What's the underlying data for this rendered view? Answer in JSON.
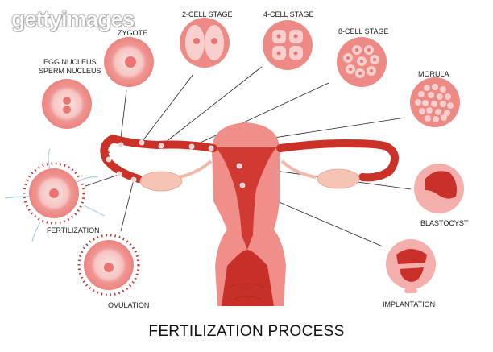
{
  "watermark": "gettyimages",
  "title": "FERTILIZATION PROCESS",
  "labels": {
    "egg_sperm_line1": "EGG NUCLEUS",
    "egg_sperm_line2": "SPERM NUCLEUS",
    "zygote": "ZYGOTE",
    "two_cell": "2-CELL STAGE",
    "four_cell": "4-CELL STAGE",
    "eight_cell": "8-CELL STAGE",
    "morula": "MORULA",
    "blastocyst": "BLASTOCYST",
    "implantation": "IMPLANTATION",
    "fertilization": "FERTILIZATION",
    "ovulation": "OVULATION"
  },
  "colors": {
    "cell_outer": "#ee8a86",
    "cell_inner": "#f8cfcc",
    "nucleus": "#ec7470",
    "uterus_outer": "#f08f8a",
    "uterus_inner": "#d43a32",
    "tube": "#cc3128",
    "ovary": "#f6c4b4",
    "dots": "#c0322c",
    "sperm": "#a9cde9"
  }
}
